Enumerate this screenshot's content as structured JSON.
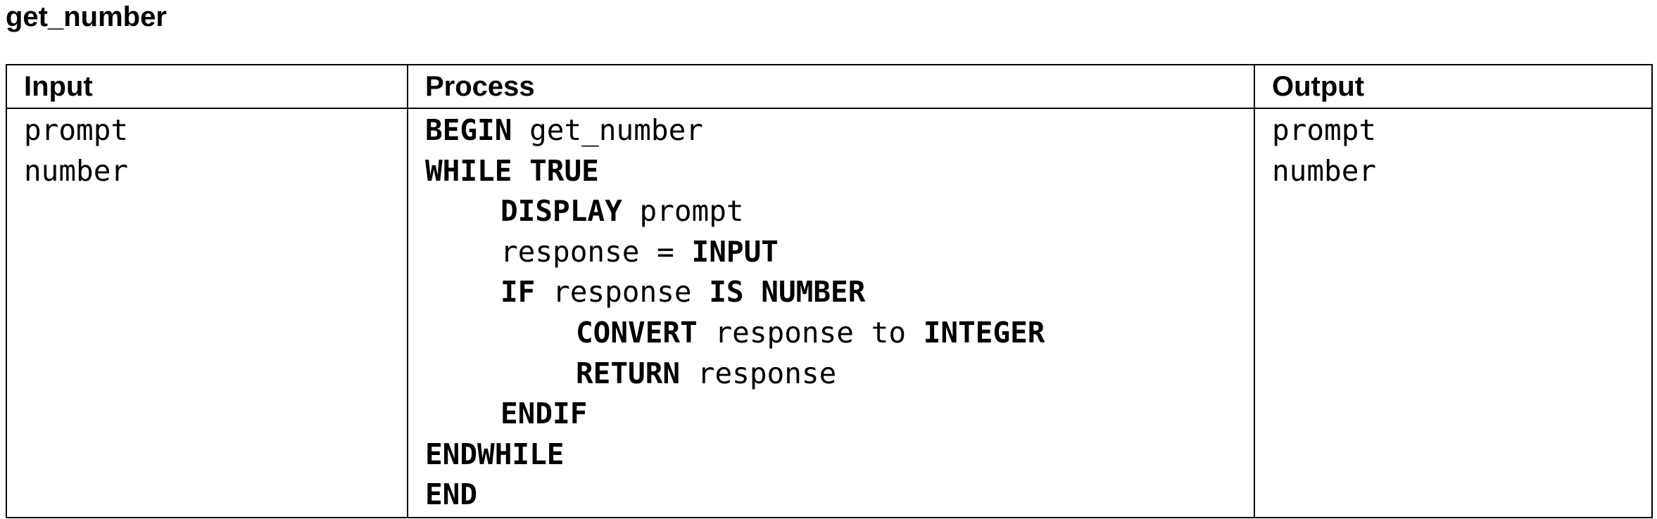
{
  "title": "get_number",
  "headers": {
    "input": "Input",
    "process": "Process",
    "output": "Output"
  },
  "inputs": [
    "prompt",
    "number"
  ],
  "outputs": [
    "prompt",
    "number"
  ],
  "process": {
    "begin_kw": "BEGIN",
    "begin_name": "get_number",
    "while_kw": "WHILE TRUE",
    "display_kw": "DISPLAY",
    "display_arg": "prompt",
    "assign_lhs": "response = ",
    "input_kw": "INPUT",
    "if_kw": "IF",
    "if_var": "response",
    "is_number_kw": "IS NUMBER",
    "convert_kw": "CONVERT",
    "convert_mid": "response to",
    "integer_kw": "INTEGER",
    "return_kw": "RETURN",
    "return_arg": "response",
    "endif_kw": "ENDIF",
    "endwhile_kw": "ENDWHILE",
    "end_kw": "END"
  }
}
